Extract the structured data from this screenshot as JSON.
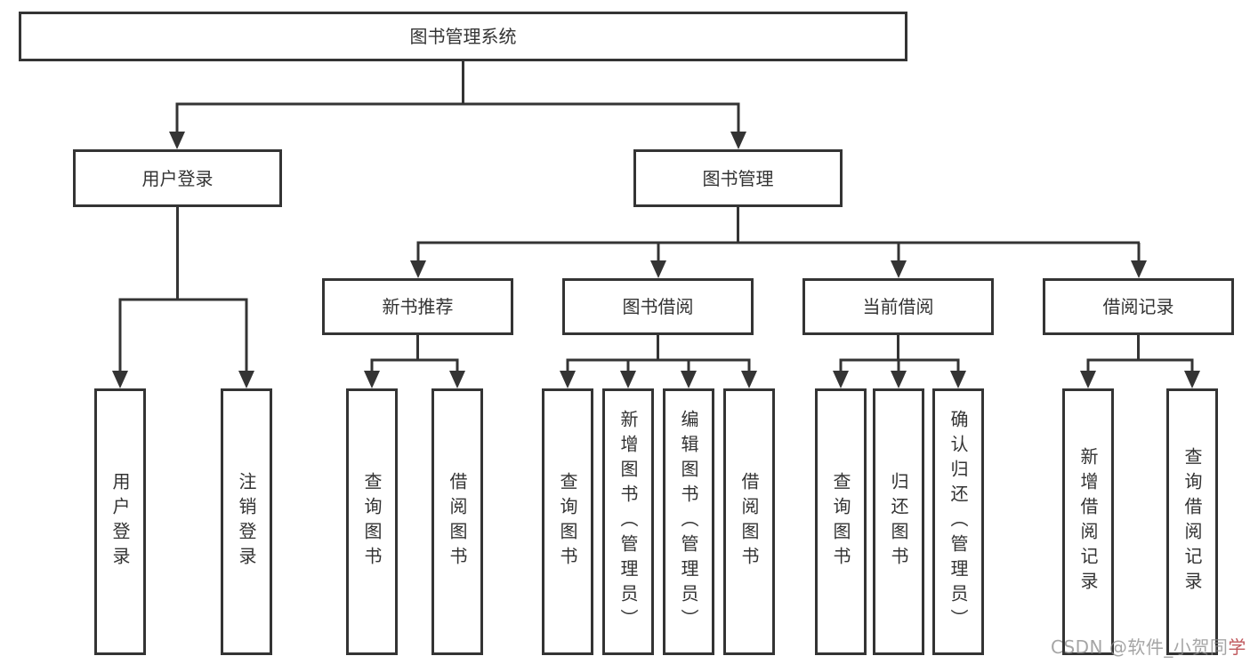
{
  "tree": {
    "label": "图书管理系统",
    "children": [
      {
        "label": "用户登录",
        "children": [
          {
            "label": "用户登录"
          },
          {
            "label": "注销登录"
          }
        ]
      },
      {
        "label": "图书管理",
        "children": [
          {
            "label": "新书推荐",
            "children": [
              {
                "label": "查询图书"
              },
              {
                "label": "借阅图书"
              }
            ]
          },
          {
            "label": "图书借阅",
            "children": [
              {
                "label": "查询图书"
              },
              {
                "label": "新增图书（管理员）"
              },
              {
                "label": "编辑图书（管理员）"
              },
              {
                "label": "借阅图书"
              }
            ]
          },
          {
            "label": "当前借阅",
            "children": [
              {
                "label": "查询图书"
              },
              {
                "label": "归还图书"
              },
              {
                "label": "确认归还（管理员）"
              }
            ]
          },
          {
            "label": "借阅记录",
            "children": [
              {
                "label": "新增借阅记录"
              },
              {
                "label": "查询借阅记录"
              }
            ]
          }
        ]
      }
    ]
  },
  "watermark": {
    "main": "CSDN @软件_小贺同",
    "accent": "学"
  },
  "colors": {
    "line": "#343434",
    "text": "#333333",
    "watermark_gray": "#8c8c8c",
    "watermark_accent": "#c0595e",
    "background": "#ffffff"
  }
}
